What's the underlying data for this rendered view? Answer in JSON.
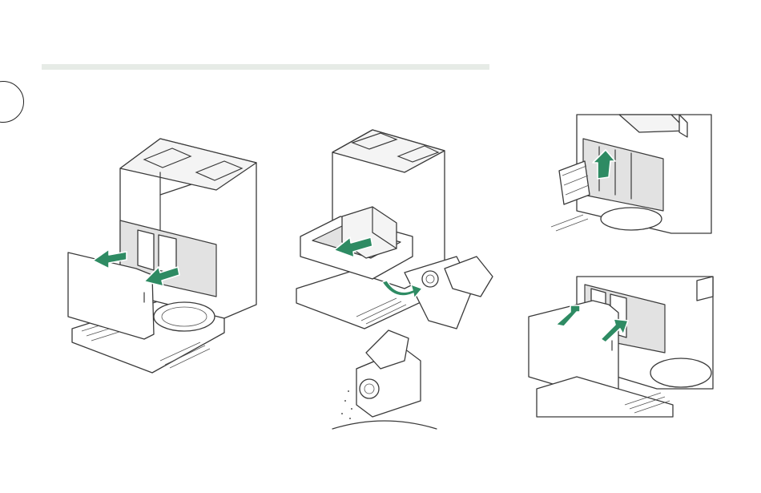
{
  "colors": {
    "accent": "#2e8b63",
    "header_bar": "#e6ebe6",
    "line": "#3a3a3a"
  },
  "icons": {
    "step_marker": "circle-outline",
    "arrow": "green-arrow"
  },
  "figures": [
    {
      "id": "open-door",
      "arrows": 2
    },
    {
      "id": "remove-dust-bag",
      "arrows": 2
    },
    {
      "id": "insert-filter",
      "arrows": 1
    },
    {
      "id": "close-door",
      "arrows": 2
    }
  ]
}
